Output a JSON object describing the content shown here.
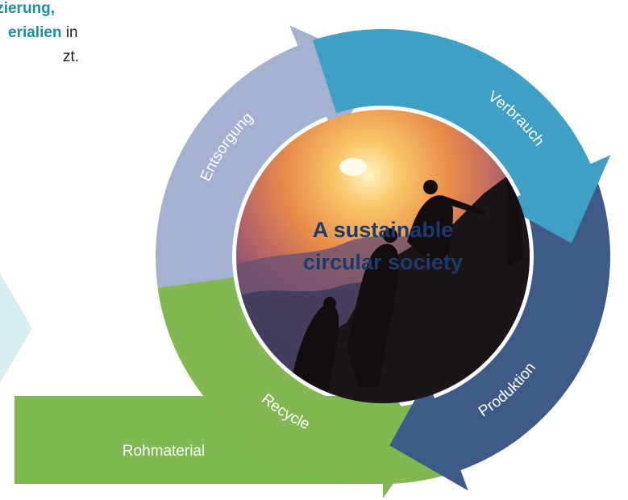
{
  "intro": {
    "line1": "duzierung,",
    "line2_bold": "erialien",
    "line2_rest": " in",
    "line3": "zt."
  },
  "cycle": {
    "segments": [
      {
        "id": "verbrauch",
        "label": "Verbrauch",
        "color": "#3f9fc4"
      },
      {
        "id": "produktion",
        "label": "Produktion",
        "color": "#3d5b86"
      },
      {
        "id": "recycle",
        "label": "Recycle",
        "color": "#82b752"
      },
      {
        "id": "entsorgung",
        "label": "Entsorgung",
        "color": "#a5b1d0"
      }
    ],
    "center_line1": "A sustainable",
    "center_line2": "circular society"
  },
  "input_arrow": {
    "label": "Rohmaterial",
    "color": "#7dba52"
  },
  "colors": {
    "accent_text": "#1a8fa0",
    "center_text": "#1c3a6b",
    "deco": "#d9eef1"
  }
}
